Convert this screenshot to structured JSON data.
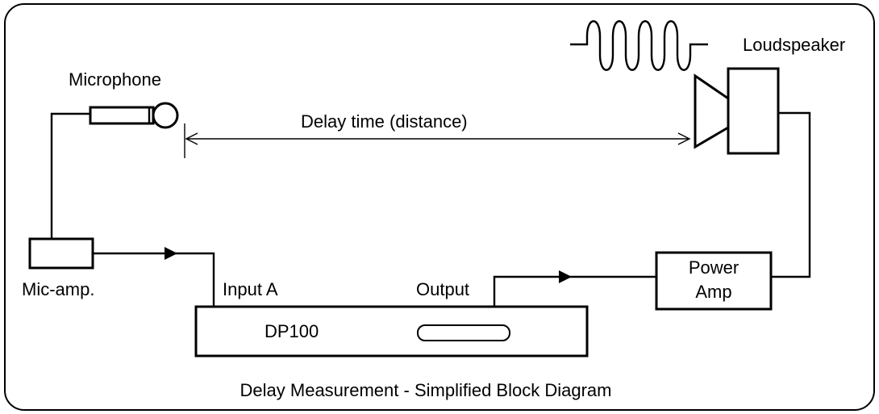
{
  "labels": {
    "microphone": "Microphone",
    "loudspeaker": "Loudspeaker",
    "delay_time": "Delay time (distance)",
    "mic_amp": "Mic-amp.",
    "input_a": "Input A",
    "output": "Output",
    "dp100": "DP100",
    "power_amp_line1": "Power",
    "power_amp_line2": "Amp",
    "caption": "Delay Measurement - Simplified Block Diagram"
  },
  "colors": {
    "line": "#000000",
    "background": "#ffffff"
  }
}
